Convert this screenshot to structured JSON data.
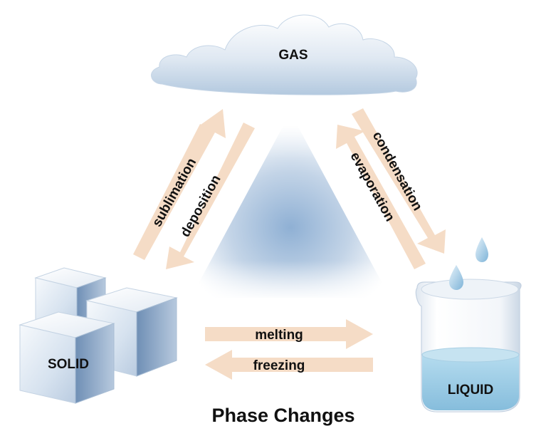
{
  "diagram": {
    "title": "Phase Changes",
    "states": {
      "gas": "GAS",
      "solid": "SOLID",
      "liquid": "LIQUID"
    },
    "processes": {
      "sublimation": "sublimation",
      "deposition": "deposition",
      "condensation": "condensation",
      "evaporation": "evaporation",
      "melting": "melting",
      "freezing": "freezing"
    },
    "colors": {
      "arrow": "#f5dcc6",
      "cloud": "#c7d8e9",
      "water": "#a9d2e8",
      "ice": "#cbdaeb",
      "triangle_center": "#8fb0d4"
    }
  }
}
